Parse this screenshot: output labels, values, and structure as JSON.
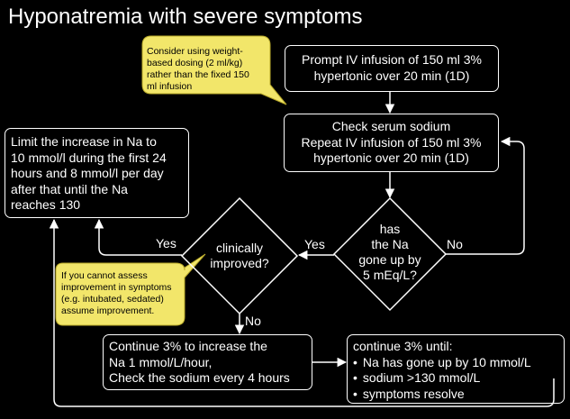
{
  "title": "Hyponatremia with severe symptoms",
  "colors": {
    "background": "#000000",
    "foreground": "#ffffff",
    "callout_fill": "#f2e66a",
    "callout_border": "#b8a92a"
  },
  "nodes": {
    "initial_infusion": [
      "Prompt IV infusion of 150 ml 3%",
      "hypertonic over 20 min (1D)"
    ],
    "check_sodium": [
      "Check serum sodium",
      "Repeat IV infusion of 150 ml 3%",
      "hypertonic over 20 min (1D)"
    ],
    "sodium_question": [
      "has",
      "the Na",
      "gone up by",
      "5 mEq/L?"
    ],
    "improved_question": [
      "clinically",
      "improved?"
    ],
    "limit_increase": [
      "Limit the increase in Na to",
      "10 mmol/l during the first 24",
      "hours and 8 mmol/l per day",
      "after that until the Na",
      "reaches 130"
    ],
    "continue_increase": [
      "Continue 3% to increase the",
      "Na 1 mmol/L/hour,",
      "Check the sodium every 4 hours"
    ],
    "continue_until": {
      "heading": "continue 3% until:",
      "items": [
        "Na has gone up by 10 mmol/L",
        "sodium >130 mmol/L",
        "symptoms resolve"
      ]
    }
  },
  "edge_labels": {
    "sodium_no": "No",
    "sodium_yes": "Yes",
    "improved_yes": "Yes",
    "improved_no": "No"
  },
  "callouts": {
    "dosing_note": [
      "Consider using weight-",
      "based dosing (2 ml/kg)",
      "rather than the fixed 150",
      "ml infusion"
    ],
    "assess_note": [
      "If you cannot assess",
      "improvement in symptoms",
      "(e.g. intubated, sedated)",
      "assume improvement."
    ]
  }
}
